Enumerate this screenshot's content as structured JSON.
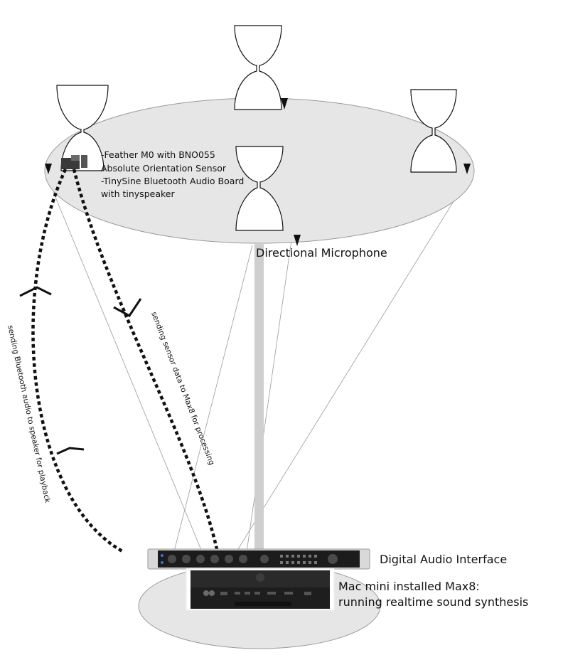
{
  "sensor_label": {
    "line1": "-Feather M0 with BNO055",
    "line2": "Absolute Orientation Sensor",
    "line3": "-TinySine Bluetooth Audio Board",
    "line4": "with tinyspeaker"
  },
  "mic_label": "Directional Microphone",
  "interface_label": "Digital Audio Interface",
  "mac_label": {
    "line1": "Mac mini installed Max8:",
    "line2": "running realtime sound synthesis"
  },
  "path_labels": {
    "sensor_data": "sending sensor data to Max8 for processing",
    "bluetooth_audio": "sending Bluetooth audio to speaker for playback"
  },
  "colors": {
    "ellipse_fill": "#e6e6e6",
    "ellipse_stroke": "#9a9a9a",
    "pole": "#cfcfcf",
    "ink": "#111111",
    "device_dark": "#1c1c1c",
    "device_silver": "#d9d9d9"
  }
}
